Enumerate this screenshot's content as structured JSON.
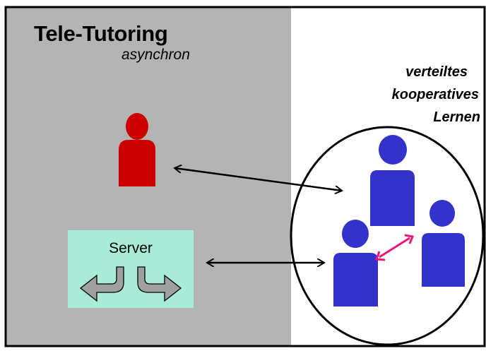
{
  "title": {
    "main": "Tele-Tutoring",
    "sub": "asynchron"
  },
  "group": {
    "line1": "verteiltes",
    "line2": "kooperatives",
    "line3": "Lernen"
  },
  "server": {
    "label": "Server"
  },
  "colors": {
    "panel": "#b4b4b4",
    "tutor": "#cc0000",
    "learner": "#3333cc",
    "server_box": "#a8ecd8",
    "server_arrow": "#a0a0a0",
    "peer_link": "#e8157a",
    "frame": "#000000"
  },
  "icons": [
    "tutor-person-icon",
    "learner-person-icon",
    "u-turn-arrow-icon",
    "double-arrow-icon"
  ]
}
